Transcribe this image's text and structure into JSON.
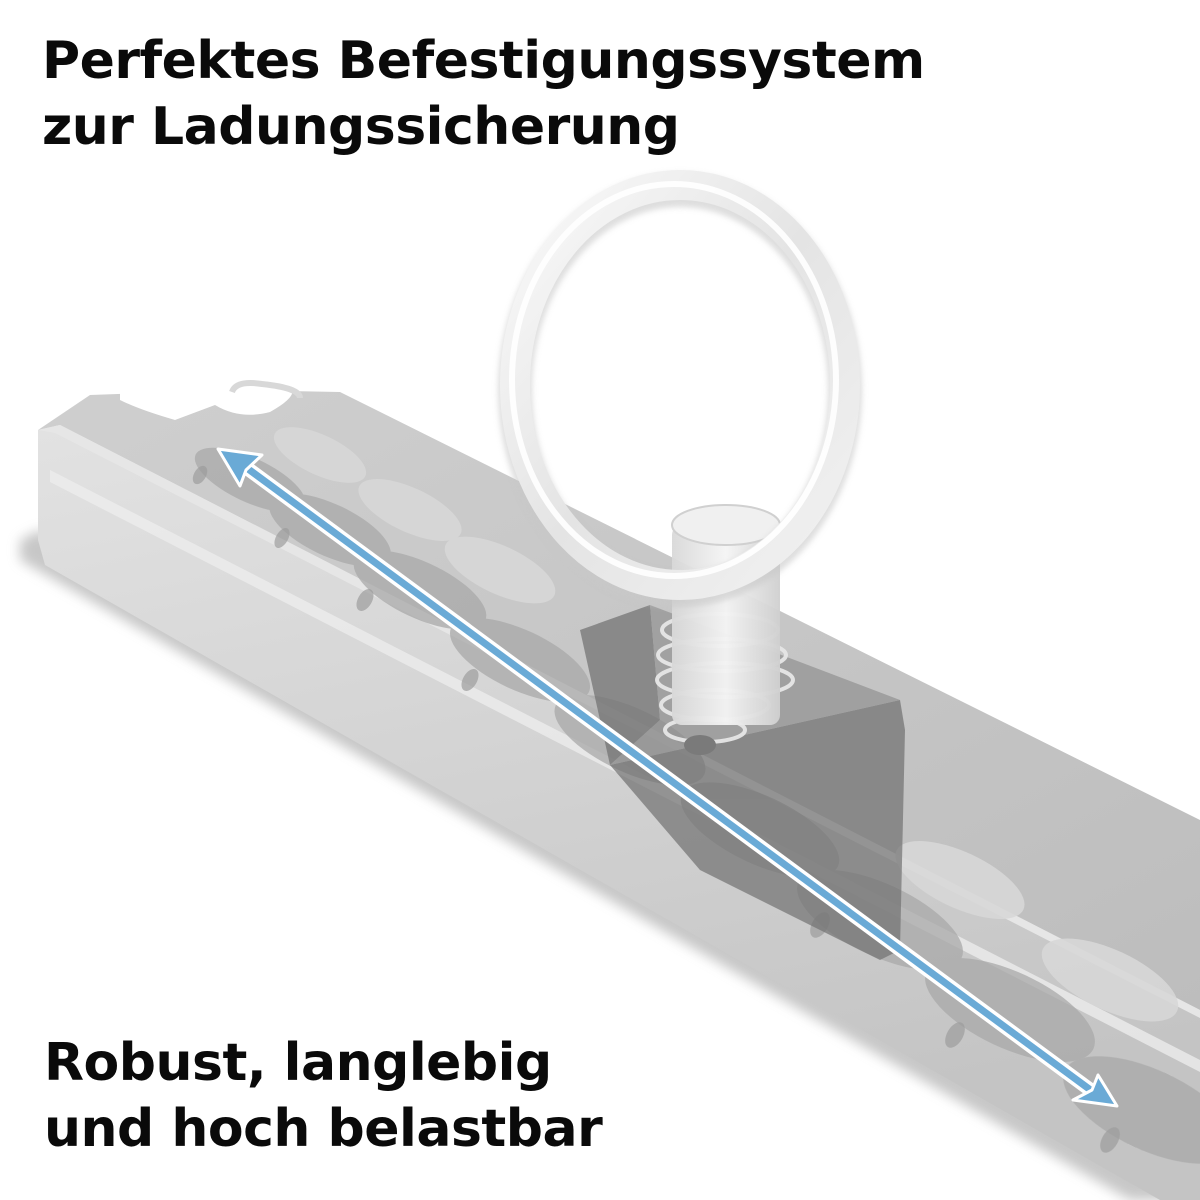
{
  "headline": {
    "line1": "Perfektes Befestigungssystem",
    "line2": "zur Ladungssicherung"
  },
  "tagline": {
    "line1": "Robust, langlebig",
    "line2": "und hoch belastbar"
  },
  "product": {
    "rail": "airline-rail",
    "fitting": "ring-anchor-fitting",
    "measure_arrow": "double-headed-arrow"
  },
  "colors": {
    "background": "#ffffff",
    "text": "#0a0a0a",
    "rail_top": "#c9c9c9",
    "rail_side": "#d6d6d6",
    "arrow_fill": "#6aaad6",
    "arrow_outline": "#ffffff",
    "ring": "#eeeeee"
  }
}
